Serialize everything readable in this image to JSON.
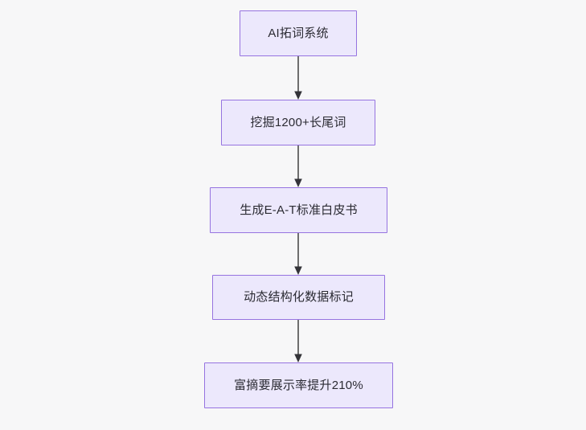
{
  "diagram": {
    "type": "flowchart",
    "direction": "top-down",
    "background_color": "#f7f7f8",
    "node_fill_color": "#ece8fc",
    "node_border_color": "#9673e0",
    "node_text_color": "#2b2b33",
    "edge_color": "#6e6e6e",
    "arrowhead_color": "#333338",
    "nodes": [
      {
        "id": "n1",
        "label": "AI拓词系统"
      },
      {
        "id": "n2",
        "label": "挖掘1200+长尾词"
      },
      {
        "id": "n3",
        "label": "生成E-A-T标准白皮书"
      },
      {
        "id": "n4",
        "label": "动态结构化数据标记"
      },
      {
        "id": "n5",
        "label": "富摘要展示率提升210%"
      }
    ],
    "edges": [
      {
        "from": "n1",
        "to": "n2",
        "label": ""
      },
      {
        "from": "n2",
        "to": "n3",
        "label": ""
      },
      {
        "from": "n3",
        "to": "n4",
        "label": ""
      },
      {
        "from": "n4",
        "to": "n5",
        "label": ""
      }
    ]
  }
}
